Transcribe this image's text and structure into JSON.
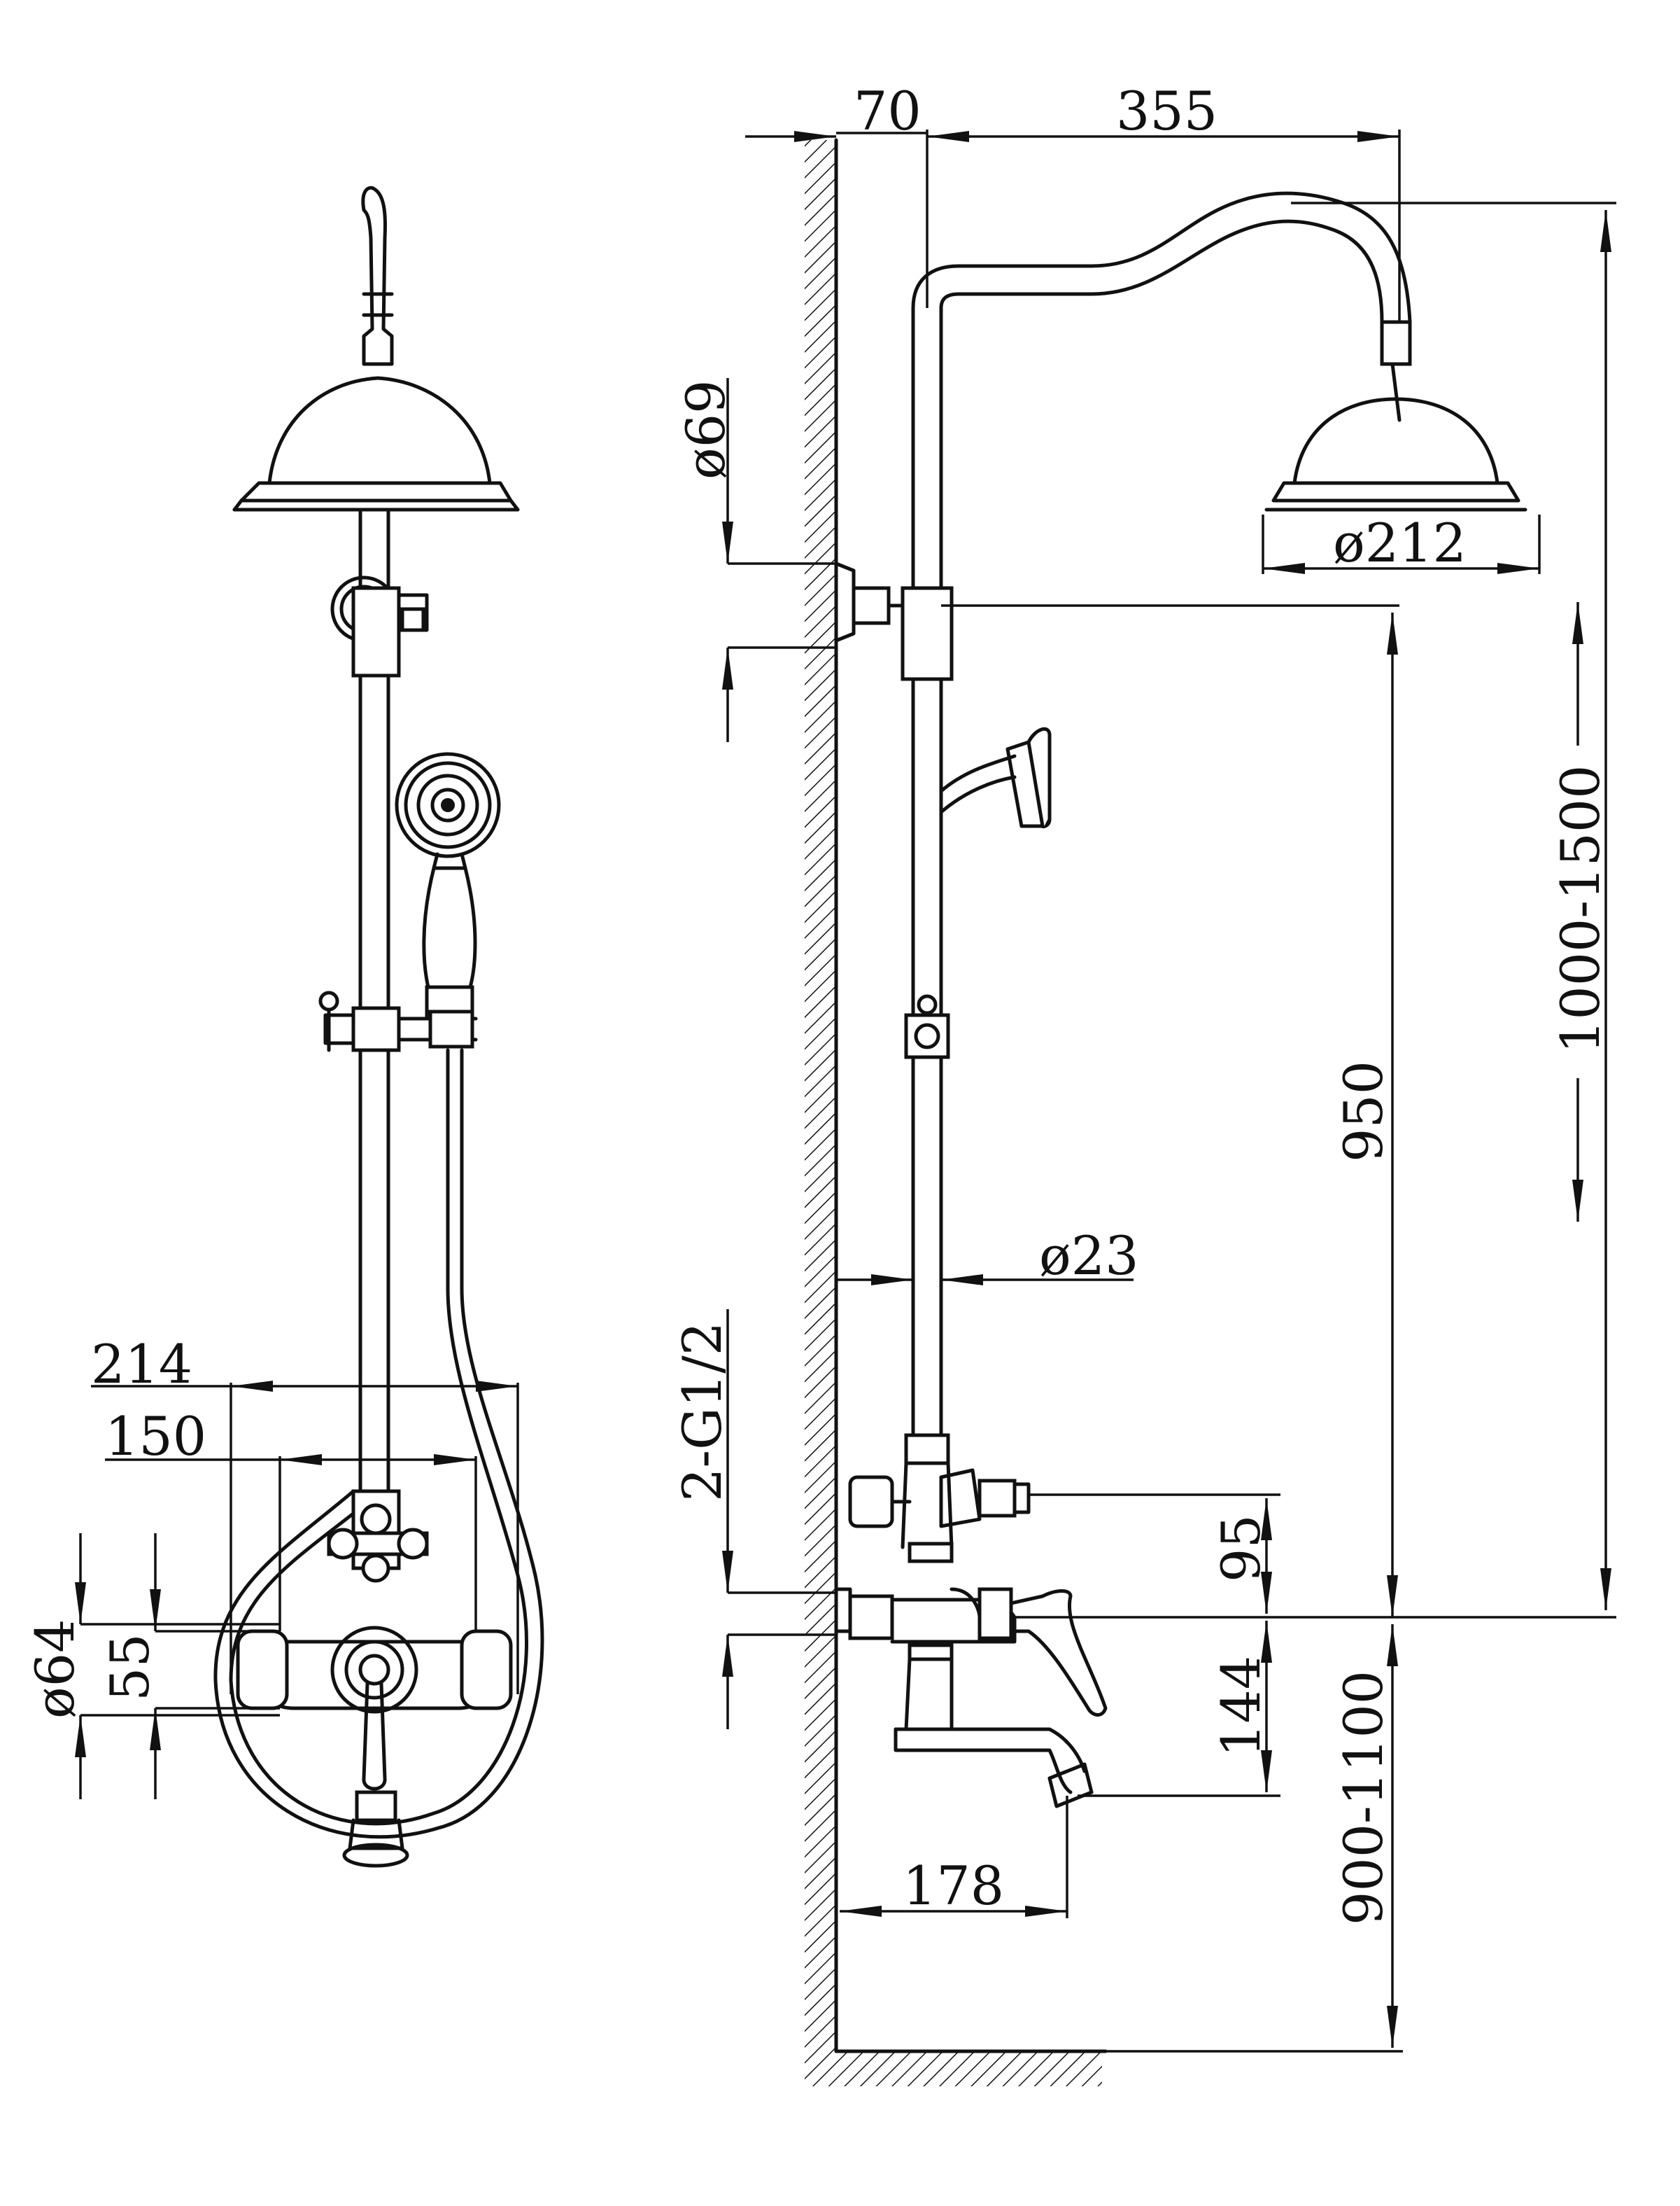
{
  "dimensions": {
    "d70": "70",
    "d355": "355",
    "d69": "ø69",
    "d212": "ø212",
    "d1000_1500": "1000-1500",
    "d950": "950",
    "d23": "ø23",
    "d214": "214",
    "d150": "150",
    "g12": "2-G1/2",
    "d95": "95",
    "d144": "144",
    "d64": "ø64",
    "d55": "55",
    "d178": "178",
    "d900_1100": "900-1100"
  },
  "colors": {
    "line": "#111111",
    "background": "#ffffff"
  }
}
